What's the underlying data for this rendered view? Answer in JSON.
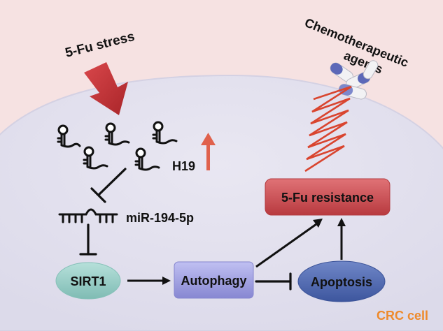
{
  "labels": {
    "stress": "5-Fu stress",
    "agents_line1": "Chemotherapeutic",
    "agents_line2": "agents",
    "h19": "H19",
    "mirna": "miR-194-5p",
    "sirt1": "SIRT1",
    "autophagy": "Autophagy",
    "apoptosis": "Apoptosis",
    "resistance": "5-Fu resistance",
    "cell": "CRC cell"
  },
  "colors": {
    "background": "#f6e2e2",
    "cell_fill": "#e3e1ee",
    "cell_border": "#d5d3e2",
    "stress_arrow": "#c8383c",
    "up_arrow": "#e0614c",
    "zigzag": "#d9452f",
    "sirt1_fill": "#93cbc4",
    "autophagy_fill": "#9f9fe0",
    "apoptosis_fill": "#4f68b3",
    "resistance_fill": "#cc4c50",
    "cell_label": "#ee8a2c",
    "pill_blue": "#5c68b8",
    "pill_white": "#f2f2f4"
  },
  "icons": {
    "stress_arrow": "big-down-arrow-icon",
    "up_arrow": "upregulation-arrow-icon",
    "drug": "pill-capsules-icon",
    "lncrna": "hairpin-rna-icon",
    "mirna": "mirna-strand-icon"
  }
}
